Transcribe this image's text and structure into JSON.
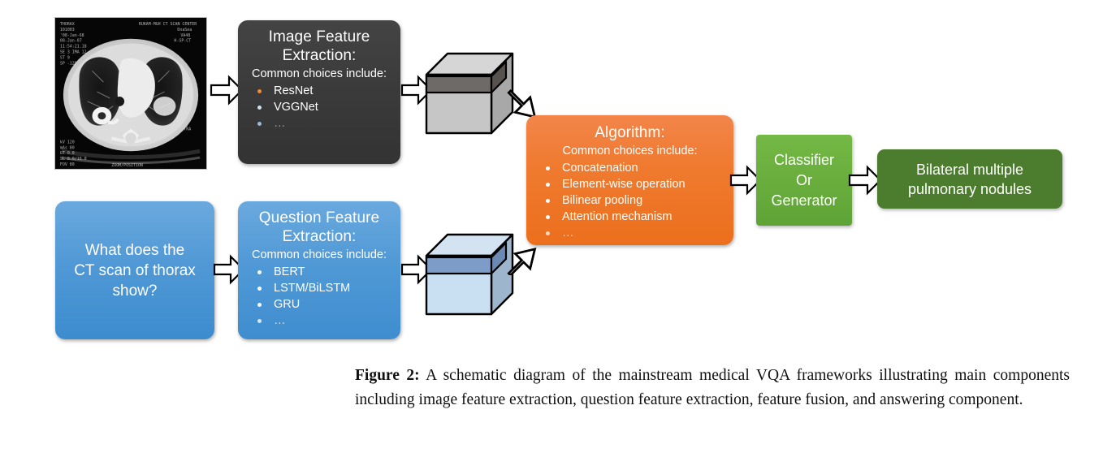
{
  "figure": {
    "caption_label": "Figure 2:",
    "caption_text": "A schematic diagram of the mainstream medical VQA frameworks illustrating main components including image feature extraction, question feature extraction, feature fusion, and answering component."
  },
  "colors": {
    "dark_box": "#3b3b3b",
    "blue_box": "#4f98d5",
    "orange_box": "#ef7a2f",
    "green_classifier": "#69ae3d",
    "green_answer": "#4c7c2e",
    "bullet_orange": "#f08a33",
    "bullet_light": "#cfe2f3",
    "arrow_fill": "#ffffff",
    "arrow_stroke": "#000000"
  },
  "input_image": {
    "name": "ct-scan-thorax",
    "modality": "CT",
    "description": "Axial CT scan of thorax"
  },
  "image_feature_extraction": {
    "title_line1": "Image Feature",
    "title_line2": "Extraction:",
    "subtitle": "Common choices include:",
    "items": [
      "ResNet",
      "VGGNet",
      "…"
    ]
  },
  "question_input": {
    "line1": "What does the",
    "line2": "CT scan of thorax",
    "line3": "show?"
  },
  "question_feature_extraction": {
    "title_line1": "Question Feature",
    "title_line2": "Extraction:",
    "subtitle": "Common choices include:",
    "items": [
      "BERT",
      "LSTM/BiLSTM",
      "GRU",
      "…"
    ]
  },
  "image_features_cube": {
    "label": "image-feature-vector"
  },
  "question_features_cube": {
    "label": "question-feature-vector"
  },
  "algorithm": {
    "title": "Algorithm:",
    "subtitle": "Common choices include:",
    "items": [
      "Concatenation",
      "Element-wise operation",
      "Bilinear pooling",
      "Attention mechanism",
      "…"
    ]
  },
  "classifier": {
    "line1": "Classifier",
    "line2": "Or",
    "line3": "Generator"
  },
  "answer": {
    "line1": "Bilateral multiple",
    "line2": "pulmonary nodules"
  }
}
